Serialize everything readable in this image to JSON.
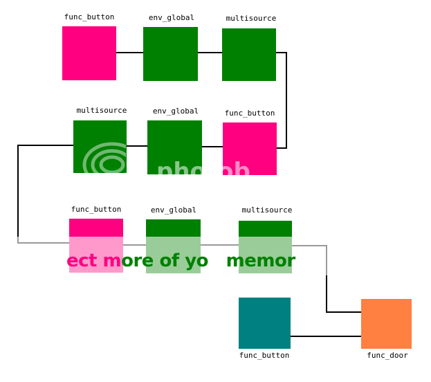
{
  "nodes": [
    {
      "id": "n1",
      "label": "func_button",
      "color": "#ff0080"
    },
    {
      "id": "n2",
      "label": "env_global",
      "color": "#008000"
    },
    {
      "id": "n3",
      "label": "multisource",
      "color": "#008000"
    },
    {
      "id": "n4",
      "label": "multisource",
      "color": "#008000"
    },
    {
      "id": "n5",
      "label": "env_global",
      "color": "#008000"
    },
    {
      "id": "n6",
      "label": "func_button",
      "color": "#ff0080"
    },
    {
      "id": "n7",
      "label": "func_button",
      "color": "#ff0080"
    },
    {
      "id": "n8",
      "label": "env_global",
      "color": "#008000"
    },
    {
      "id": "n9",
      "label": "multisource",
      "color": "#008000"
    },
    {
      "id": "n10",
      "label": "func_button",
      "color": "#008080"
    },
    {
      "id": "n11",
      "label": "func_door",
      "color": "#ff8040"
    }
  ],
  "watermark": {
    "top_text": "photob",
    "bottom_text_pink": "ect m",
    "bottom_text_green": "ore of yo   memor"
  }
}
